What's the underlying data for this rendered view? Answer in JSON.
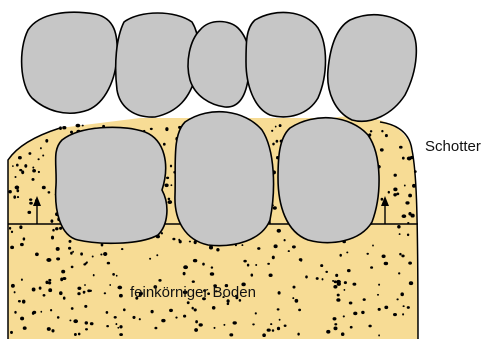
{
  "labels": {
    "gravel": "Schotter",
    "soil": "feinkörniger Boden"
  },
  "colors": {
    "soil_fill": "#F7DC95",
    "stone_fill": "#C6C6C6",
    "stroke": "#000000",
    "text": "#111111"
  },
  "icons": {
    "upward_arrow": "arrow-up-icon",
    "soil_grain": "speckle-dot"
  }
}
